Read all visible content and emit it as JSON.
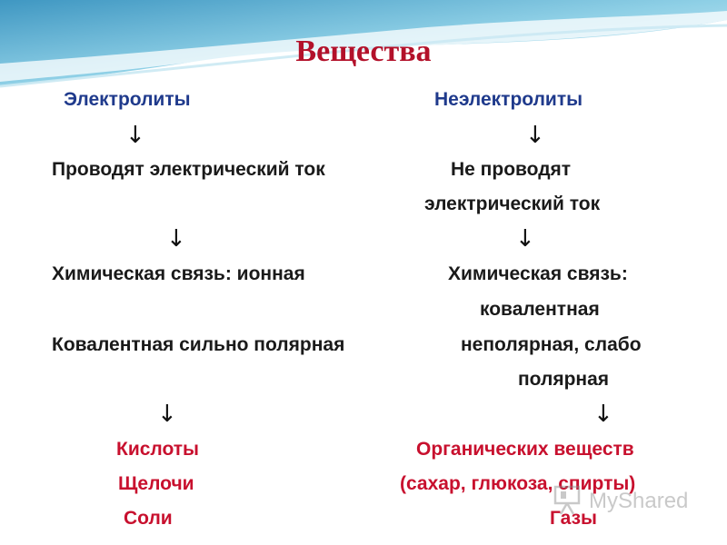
{
  "slide": {
    "title": "Вещества",
    "left": {
      "heading": "Электролиты",
      "conductivity": "Проводят электрический ток",
      "bond_line1": "Химическая связь: ионная",
      "bond_line2": "Ковалентная сильно полярная",
      "examples": [
        "Кислоты",
        "Щелочи",
        "Соли"
      ]
    },
    "right": {
      "heading": "Неэлектролиты",
      "conductivity_line1": "Не проводят",
      "conductivity_line2": "электрический ток",
      "bond_line1": "Химическая связь:",
      "bond_line2": "ковалентная",
      "bond_line3": "неполярная, слабо",
      "bond_line4": "полярная",
      "examples_line1": "Органических веществ",
      "examples_line2": "(сахар, глюкоза, спирты)",
      "examples_line3": "Газы"
    },
    "arrow_glyph": "↓"
  },
  "watermark": {
    "text": "MyShared",
    "icon": "presentation-board-icon"
  },
  "colors": {
    "title": "#b3112a",
    "headings": "#1f3a8c",
    "body": "#1a1a1a",
    "examples": "#c8102e",
    "header_wave": "#7fc3dc"
  }
}
